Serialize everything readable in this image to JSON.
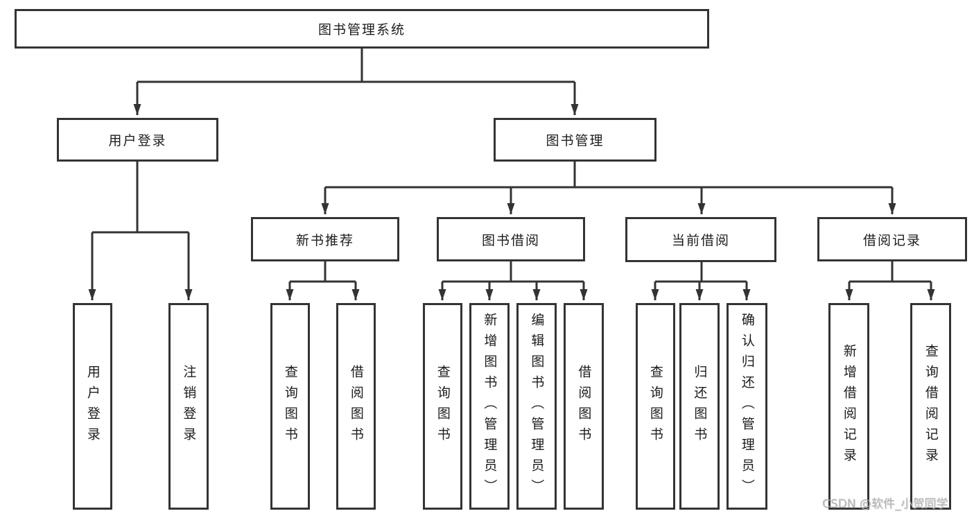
{
  "diagram": {
    "type": "hierarchy-tree",
    "orientation": "top-down",
    "colors": {
      "line": "#333333",
      "box_border": "#333333",
      "box_fill": "#ffffff",
      "text": "#1c1c1c",
      "watermark_text": "#b5b5b5",
      "background": "#ffffff"
    }
  },
  "nodes": {
    "root": "图书管理系统",
    "user_login": "用户登录",
    "book_mgmt": "图书管理",
    "new_book_rec": "新书推荐",
    "book_borrow": "图书借阅",
    "current_borrow": "当前借阅",
    "borrow_records": "借阅记录",
    "leaf_user_login": "用户登录",
    "leaf_logout": "注销登录",
    "leaf_query_book_rec": "查询图书",
    "leaf_borrow_book_rec": "借阅图书",
    "leaf_query_book_borrow": "查询图书",
    "leaf_add_book_admin": "新增图书（管理员）",
    "leaf_edit_book_admin": "编辑图书（管理员）",
    "leaf_borrow_book_borrow": "借阅图书",
    "leaf_query_book_current": "查询图书",
    "leaf_return_book": "归还图书",
    "leaf_confirm_return_admin": "确认归还（管理员）",
    "leaf_add_borrow_record": "新增借阅记录",
    "leaf_query_borrow_record": "查询借阅记录"
  },
  "edges": [
    [
      "root",
      "user_login"
    ],
    [
      "root",
      "book_mgmt"
    ],
    [
      "user_login",
      "leaf_user_login"
    ],
    [
      "user_login",
      "leaf_logout"
    ],
    [
      "book_mgmt",
      "new_book_rec"
    ],
    [
      "book_mgmt",
      "book_borrow"
    ],
    [
      "book_mgmt",
      "current_borrow"
    ],
    [
      "book_mgmt",
      "borrow_records"
    ],
    [
      "new_book_rec",
      "leaf_query_book_rec"
    ],
    [
      "new_book_rec",
      "leaf_borrow_book_rec"
    ],
    [
      "book_borrow",
      "leaf_query_book_borrow"
    ],
    [
      "book_borrow",
      "leaf_add_book_admin"
    ],
    [
      "book_borrow",
      "leaf_edit_book_admin"
    ],
    [
      "book_borrow",
      "leaf_borrow_book_borrow"
    ],
    [
      "current_borrow",
      "leaf_query_book_current"
    ],
    [
      "current_borrow",
      "leaf_return_book"
    ],
    [
      "current_borrow",
      "leaf_confirm_return_admin"
    ],
    [
      "borrow_records",
      "leaf_add_borrow_record"
    ],
    [
      "borrow_records",
      "leaf_query_borrow_record"
    ]
  ],
  "watermark": "CSDN @软件_小贺同学"
}
